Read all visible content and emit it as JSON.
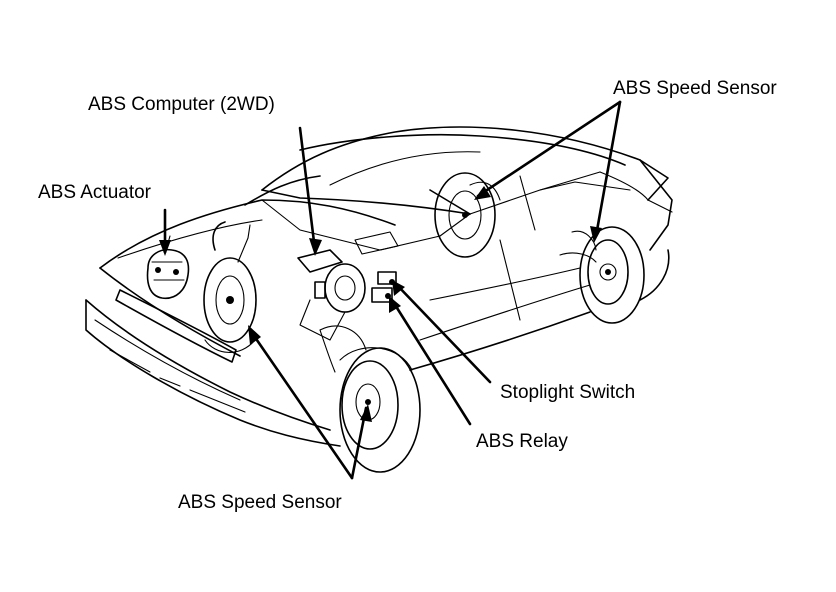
{
  "labels": {
    "abs_computer": "ABS Computer (2WD)",
    "abs_actuator": "ABS Actuator",
    "abs_speed_sensor_rear": "ABS Speed Sensor",
    "stoplight_switch": "Stoplight Switch",
    "abs_relay": "ABS Relay",
    "abs_speed_sensor_front": "ABS Speed Sensor"
  }
}
